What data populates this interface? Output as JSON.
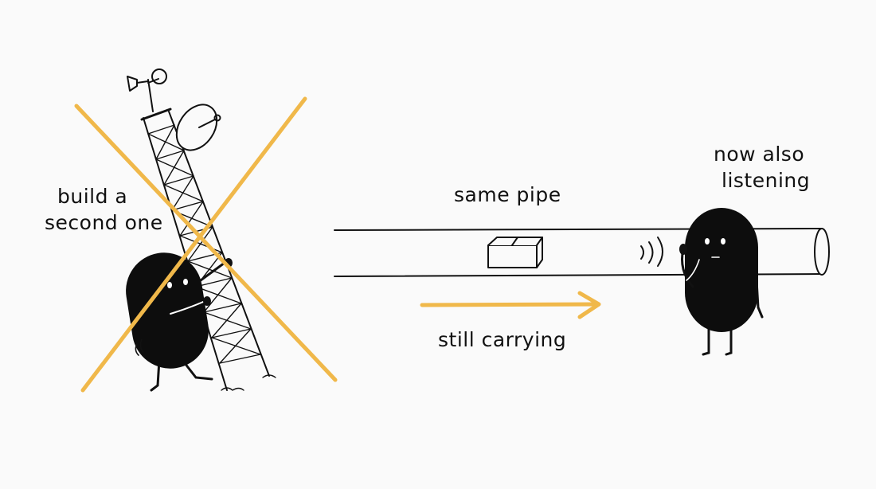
{
  "colors": {
    "background": "#fafafa",
    "ink": "#111111",
    "accent": "#f0b84a"
  },
  "icons": {
    "cross": "x-mark-icon",
    "arrow": "right-arrow-icon",
    "package": "box-icon",
    "sound": "sound-waves-icon"
  },
  "labels": {
    "build_line1": "build a",
    "build_line2": "second one",
    "same_pipe": "same pipe",
    "now_line1": "now also",
    "now_line2": "listening",
    "still_carrying": "still carrying"
  }
}
